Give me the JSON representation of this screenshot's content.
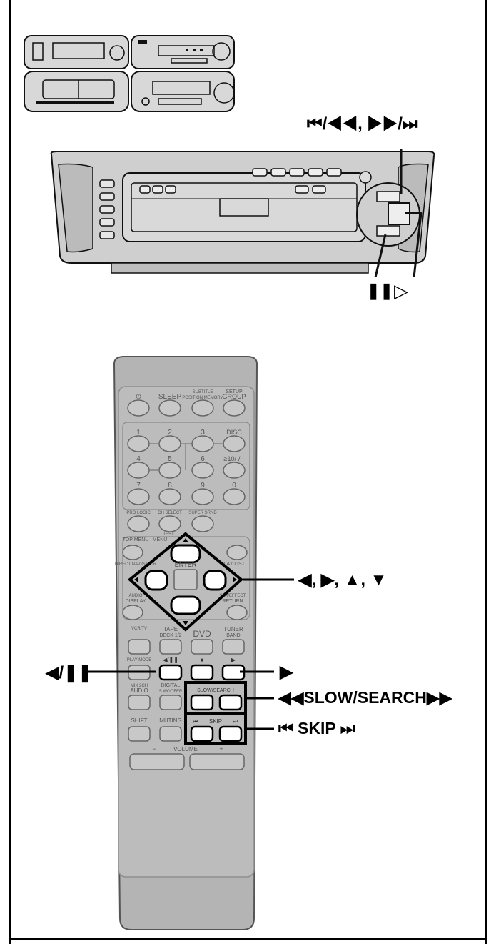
{
  "labels": {
    "deck_skip_search": "⏮/◀◀, ▶▶/⏭",
    "deck_pause": "❚❚",
    "deck_play": "▷",
    "cursor_keys": "◀, ▶, ▲, ▼",
    "reverse_pause": "◀/❚❚",
    "play": "▶",
    "slow_search": "◀◀SLOW/SEARCH▶▶",
    "skip": "⏮ SKIP ⏭"
  },
  "remote": {
    "row1": [
      "SLEEP",
      "POSITION MEMORY",
      "GROUP"
    ],
    "row1_top": [
      "SUBTITLE",
      "SETUP"
    ],
    "digits": [
      "1",
      "2",
      "3",
      "DISC",
      "4",
      "5",
      "6",
      "≥10/-/--",
      "7",
      "8",
      "9",
      "0"
    ],
    "row_func": [
      "PRO LOGIC",
      "CH SELECT",
      "SUPER SRND"
    ],
    "nav_left_top": "TOP MENU",
    "nav_menu": "MENU",
    "nav_test": "TEST",
    "nav_direct": "DIRECT NAVIGATOR",
    "nav_enter": "ENTER",
    "nav_play_list": "PLAY LIST",
    "nav_display": "DISPLAY",
    "nav_return": "RETURN",
    "nav_sfx": "SFX/EFFECT",
    "nav_audio_lbl": "AUDIO",
    "src_tape": "TAPE",
    "src_deck": "DECK 1/2",
    "src_dvd": "DVD",
    "src_tuner": "TUNER",
    "src_band": "BAND",
    "src_vcr": "VCR/TV",
    "play_mode": "PLAY MODE",
    "slow_search_lbl": "SLOW/SEARCH",
    "audio": "AUDIO",
    "mix_ch": "MIX 2CH",
    "digital": "DIGITAL",
    "s_woofer": "S.WOOFER",
    "shift": "SHIFT",
    "muting": "MUTING",
    "skip_lbl": "SKIP",
    "volume": "VOLUME",
    "vol_minus": "−",
    "vol_plus": "+"
  }
}
